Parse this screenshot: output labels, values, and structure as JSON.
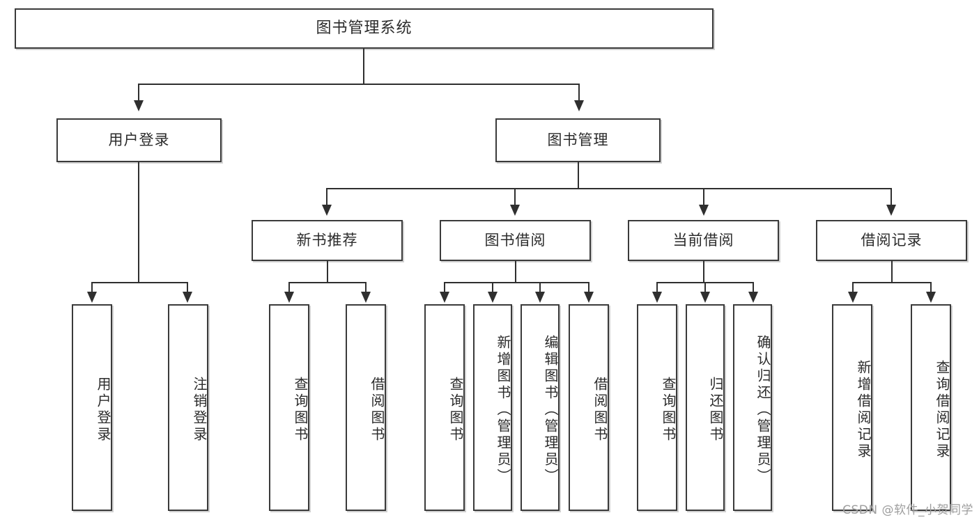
{
  "diagram": {
    "title": "图书管理系统",
    "type": "tree",
    "watermark": "CSDN @软件_小贺同学",
    "colors": {
      "box_border": "#3a3a3a",
      "connector": "#2f2f2f",
      "background": "#ffffff",
      "text": "#2b2b2b",
      "watermark": "#9e9e9e"
    }
  },
  "root": {
    "label": "图书管理系统"
  },
  "level2": [
    {
      "label": "用户登录"
    },
    {
      "label": "图书管理"
    }
  ],
  "level3": [
    {
      "label": "新书推荐"
    },
    {
      "label": "图书借阅"
    },
    {
      "label": "当前借阅"
    },
    {
      "label": "借阅记录"
    }
  ],
  "leaves": {
    "user_login": [
      {
        "label": "用户登录"
      },
      {
        "label": "注销登录"
      }
    ],
    "new_book": [
      {
        "label": "查询图书"
      },
      {
        "label": "借阅图书"
      }
    ],
    "book_borrow": [
      {
        "label": "查询图书"
      },
      {
        "label": "新增图书（管理员）"
      },
      {
        "label": "编辑图书（管理员）"
      },
      {
        "label": "借阅图书"
      }
    ],
    "current_borrow": [
      {
        "label": "查询图书"
      },
      {
        "label": "归还图书"
      },
      {
        "label": "确认归还（管理员）"
      }
    ],
    "borrow_record": [
      {
        "label": "新增借阅记录"
      },
      {
        "label": "查询借阅记录"
      }
    ]
  }
}
